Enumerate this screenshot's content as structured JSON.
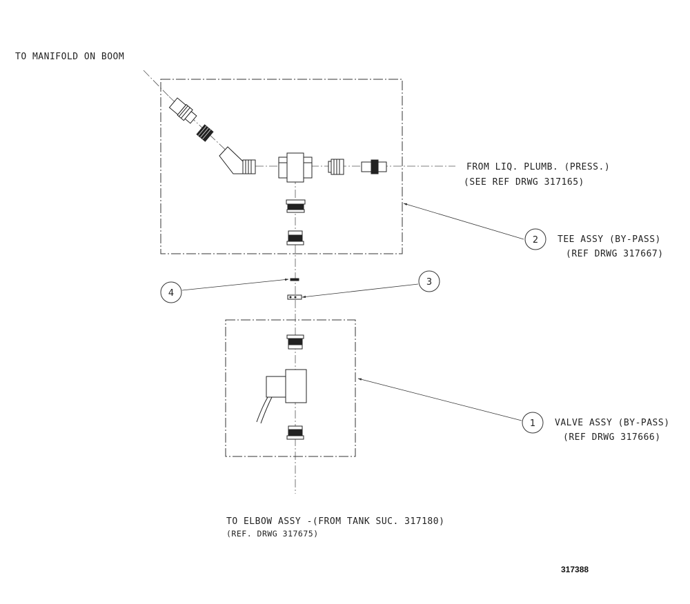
{
  "labels": {
    "manifold": "TO MANIFOLD ON BOOM",
    "from_liq_1": "FROM LIQ. PLUMB. (PRESS.)",
    "from_liq_2": "(SEE REF DRWG 317165)",
    "tee_1": "TEE ASSY (BY-PASS)",
    "tee_2": "(REF DRWG 317667)",
    "valve_1": "VALVE ASSY (BY-PASS)",
    "valve_2": "(REF DRWG 317666)",
    "elbow_1": "TO ELBOW ASSY -(FROM TANK SUC. 317180)",
    "elbow_2": "(REF. DRWG 317675)"
  },
  "callouts": [
    "1",
    "2",
    "3",
    "4"
  ],
  "drawing_number": "317388"
}
